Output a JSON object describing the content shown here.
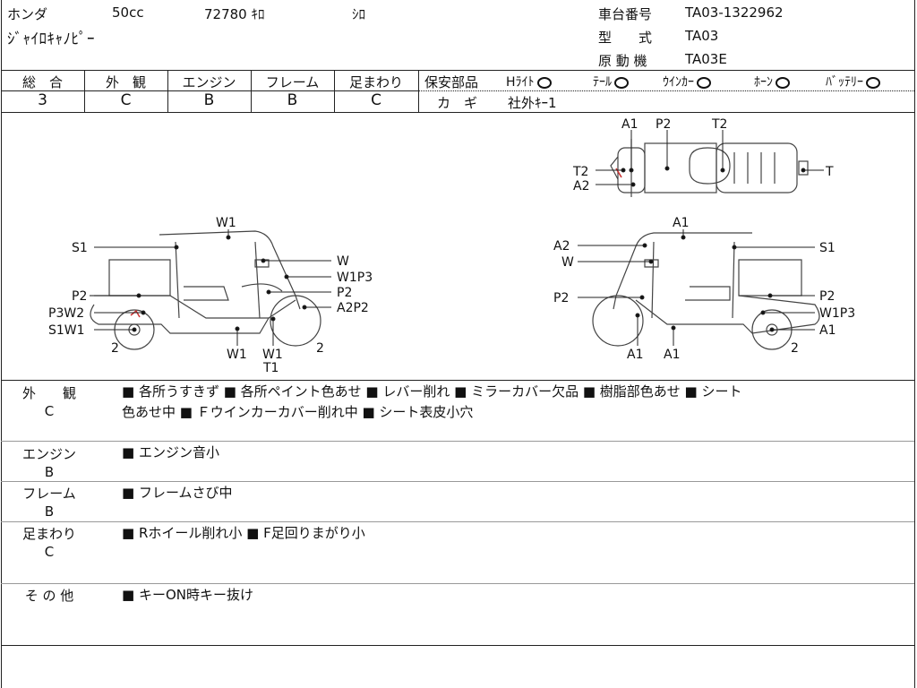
{
  "header": {
    "maker": "ホンダ",
    "cc": "50cc",
    "mileage": "72780 ｷﾛ",
    "color": "ｼﾛ",
    "model_name": "ｼﾞｬｲﾛｷｬﾉﾋﾟｰ",
    "frame_no_label": "車台番号",
    "frame_no": "TA03-1322962",
    "type_label": "型　　式",
    "type": "TA03",
    "engine_label": "原 動 機",
    "engine": "TA03E"
  },
  "grades": [
    {
      "label": "総　合",
      "value": "3"
    },
    {
      "label": "外　観",
      "value": "C"
    },
    {
      "label": "エンジン",
      "value": "B"
    },
    {
      "label": "フレーム",
      "value": "B"
    },
    {
      "label": "足まわり",
      "value": "C"
    }
  ],
  "safety": {
    "title": "保安部品",
    "items": [
      "Hﾗｲﾄ",
      "ﾃｰﾙ",
      "ｳｲﾝｶｰ",
      "ﾎｰﾝ",
      "ﾊﾞｯﾃﾘｰ"
    ],
    "key_label": "カ　ギ",
    "key_value": "社外ｷｰ1"
  },
  "diagram_labels": {
    "top_view": [
      "A1",
      "P2",
      "T2",
      "T2",
      "A2",
      "T"
    ],
    "left_view": [
      "W1",
      "S1",
      "W",
      "W1P3",
      "P2",
      "P2",
      "A2P2",
      "P3W2",
      "S1W1",
      "2",
      "W1",
      "W1",
      "2",
      "T1"
    ],
    "right_view": [
      "A1",
      "A2",
      "S1",
      "W",
      "P2",
      "P2",
      "W1P3",
      "A1",
      "2",
      "A1",
      "A1"
    ]
  },
  "sections": [
    {
      "label": "外　　観",
      "grade": "C",
      "lines": [
        "■ 各所うすきず ■ 各所ペイント色あせ ■ レバー削れ ■ ミラーカバー欠品 ■ 樹脂部色あせ ■ シート",
        "色あせ中 ■ Ｆウインカーカバー削れ中 ■ シート表皮小穴"
      ]
    },
    {
      "label": "エンジン",
      "grade": "B",
      "lines": [
        "■ エンジン音小"
      ]
    },
    {
      "label": "フレーム",
      "grade": "B",
      "lines": [
        "■ フレームさび中"
      ]
    },
    {
      "label": "足まわり",
      "grade": "C",
      "lines": [
        "■ Rホイール削れ小 ■ F足回りまがり小"
      ]
    },
    {
      "label": "そ の 他",
      "grade": "",
      "lines": [
        "■ キーON時キー抜け"
      ]
    }
  ]
}
